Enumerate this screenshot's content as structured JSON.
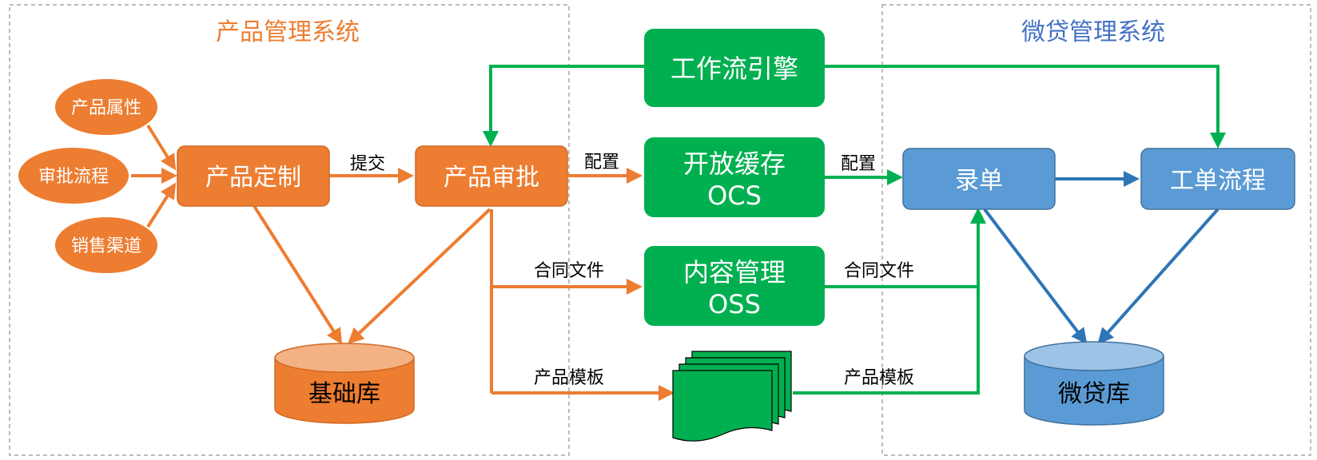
{
  "regions": {
    "product_system": {
      "label": "产品管理系统",
      "color": "#ED7D31"
    },
    "microloan_system": {
      "label": "微贷管理系统",
      "color": "#4472C4"
    }
  },
  "nodes": {
    "product_attr": "产品属性",
    "approval_flow": "审批流程",
    "sales_channel": "销售渠道",
    "product_custom": "产品定制",
    "product_approval": "产品审批",
    "base_db": "基础库",
    "workflow_engine": "工作流引擎",
    "open_cache": {
      "line1": "开放缓存",
      "line2": "OCS"
    },
    "content_mgmt": {
      "line1": "内容管理",
      "line2": "OSS"
    },
    "order_entry": "录单",
    "work_order": "工单流程",
    "microloan_db": "微贷库"
  },
  "edge_labels": {
    "submit": "提交",
    "config_left": "配置",
    "config_right": "配置",
    "contract_left": "合同文件",
    "contract_right": "合同文件",
    "template_left": "产品模板",
    "template_right": "产品模板"
  },
  "colors": {
    "orange": "#ED7D31",
    "green": "#00B050",
    "blue": "#5B9BD5",
    "blue_arrow": "#2E75B6",
    "border_gray": "#A6A6A6"
  }
}
